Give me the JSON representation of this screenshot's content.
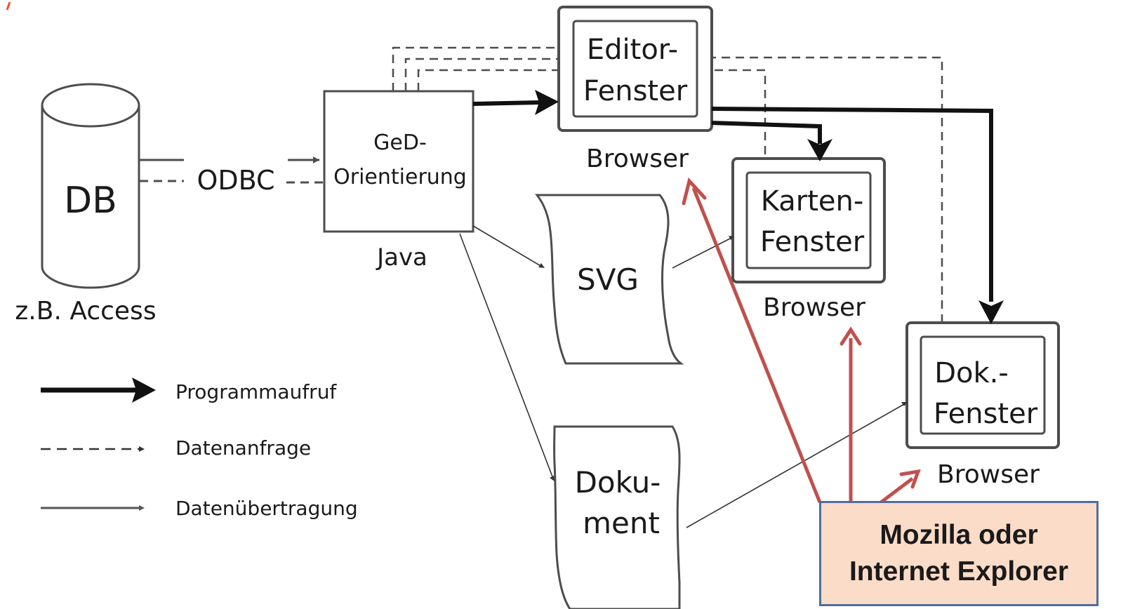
{
  "db": {
    "label": "DB",
    "caption": "z.B. Access"
  },
  "odbc": {
    "label": "ODBC"
  },
  "ged": {
    "line1": "GeD-",
    "line2": "Orientierung",
    "caption": "Java"
  },
  "editor": {
    "line1": "Editor-",
    "line2": "Fenster",
    "caption": "Browser"
  },
  "karten": {
    "line1": "Karten-",
    "line2": "Fenster",
    "caption": "Browser"
  },
  "dok": {
    "line1": "Dok.-",
    "line2": "Fenster",
    "caption": "Browser"
  },
  "svg_doc": {
    "label": "SVG"
  },
  "dokument": {
    "line1": "Doku-",
    "line2": "ment"
  },
  "legend": {
    "program_call": "Programmaufruf",
    "data_request": "Datenanfrage",
    "data_transfer": "Datenübertragung"
  },
  "callout": {
    "line1": "Mozilla oder",
    "line2": "Internet Explorer"
  },
  "colors": {
    "callout_fill": "#fbdcc8",
    "callout_border": "#4f6e9b",
    "pointer": "#c0504d",
    "accent_mark": "#e05a2a"
  }
}
